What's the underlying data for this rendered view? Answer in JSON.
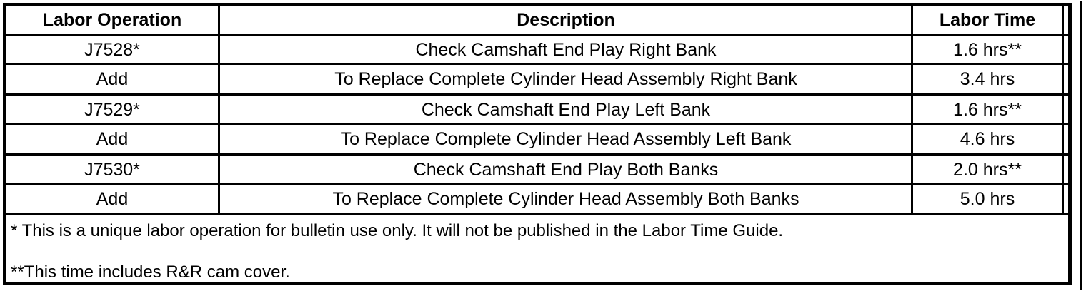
{
  "table": {
    "columns": [
      {
        "key": "labor_operation",
        "label": "Labor Operation"
      },
      {
        "key": "description",
        "label": "Description"
      },
      {
        "key": "labor_time",
        "label": "Labor Time"
      },
      {
        "key": "spacer",
        "label": ""
      }
    ],
    "rows": [
      {
        "labor_operation": "J7528*",
        "description": "Check Camshaft End Play Right Bank",
        "labor_time": "1.6 hrs**"
      },
      {
        "labor_operation": "Add",
        "description": "To Replace Complete Cylinder Head Assembly Right Bank",
        "labor_time": "3.4 hrs"
      },
      {
        "labor_operation": "J7529*",
        "description": "Check Camshaft End Play Left Bank",
        "labor_time": "1.6 hrs**"
      },
      {
        "labor_operation": "Add",
        "description": "To Replace Complete Cylinder Head Assembly Left Bank",
        "labor_time": "4.6 hrs"
      },
      {
        "labor_operation": "J7530*",
        "description": "Check Camshaft End Play Both Banks",
        "labor_time": "2.0 hrs**"
      },
      {
        "labor_operation": "Add",
        "description": "To Replace Complete Cylinder Head Assembly Both Banks",
        "labor_time": "5.0 hrs"
      }
    ]
  },
  "footnotes": [
    "* This is a unique labor operation for bulletin use only. It will not be published in the Labor Time Guide.",
    "**This time includes R&R cam cover."
  ],
  "colors": {
    "border": "#000000",
    "text": "#000000",
    "background": "#ffffff"
  }
}
